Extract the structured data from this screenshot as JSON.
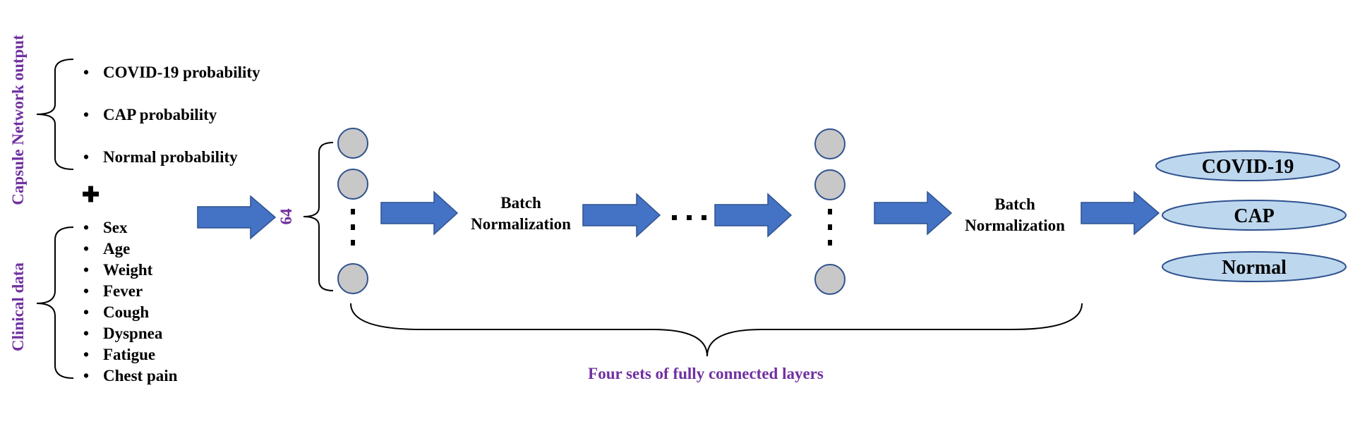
{
  "labels": {
    "capsule_output": "Capsule Network output",
    "clinical_data": "Clinical data",
    "neuron_count": "64",
    "fc_layers": "Four sets of fully connected layers",
    "batch_norm_1a": "Batch",
    "batch_norm_1b": "Normalization",
    "batch_norm_2a": "Batch",
    "batch_norm_2b": "Normalization",
    "plus": "✚",
    "ellipsis": "· · ·"
  },
  "capsule_items": [
    "COVID-19 probability",
    "CAP probability",
    "Normal probability"
  ],
  "clinical_items": [
    "Sex",
    "Age",
    "Weight",
    "Fever",
    "Cough",
    "Dyspnea",
    "Fatigue",
    "Chest pain"
  ],
  "outputs": [
    "COVID-19",
    "CAP",
    "Normal"
  ],
  "colors": {
    "accent_purple": "#7030A0",
    "arrow_blue": "#4472C4",
    "arrow_border": "#2F528F",
    "neuron_gray": "#C8C8C8",
    "neuron_border": "#2F528F",
    "output_fill": "#BDD7EE",
    "output_border": "#2F528F"
  }
}
